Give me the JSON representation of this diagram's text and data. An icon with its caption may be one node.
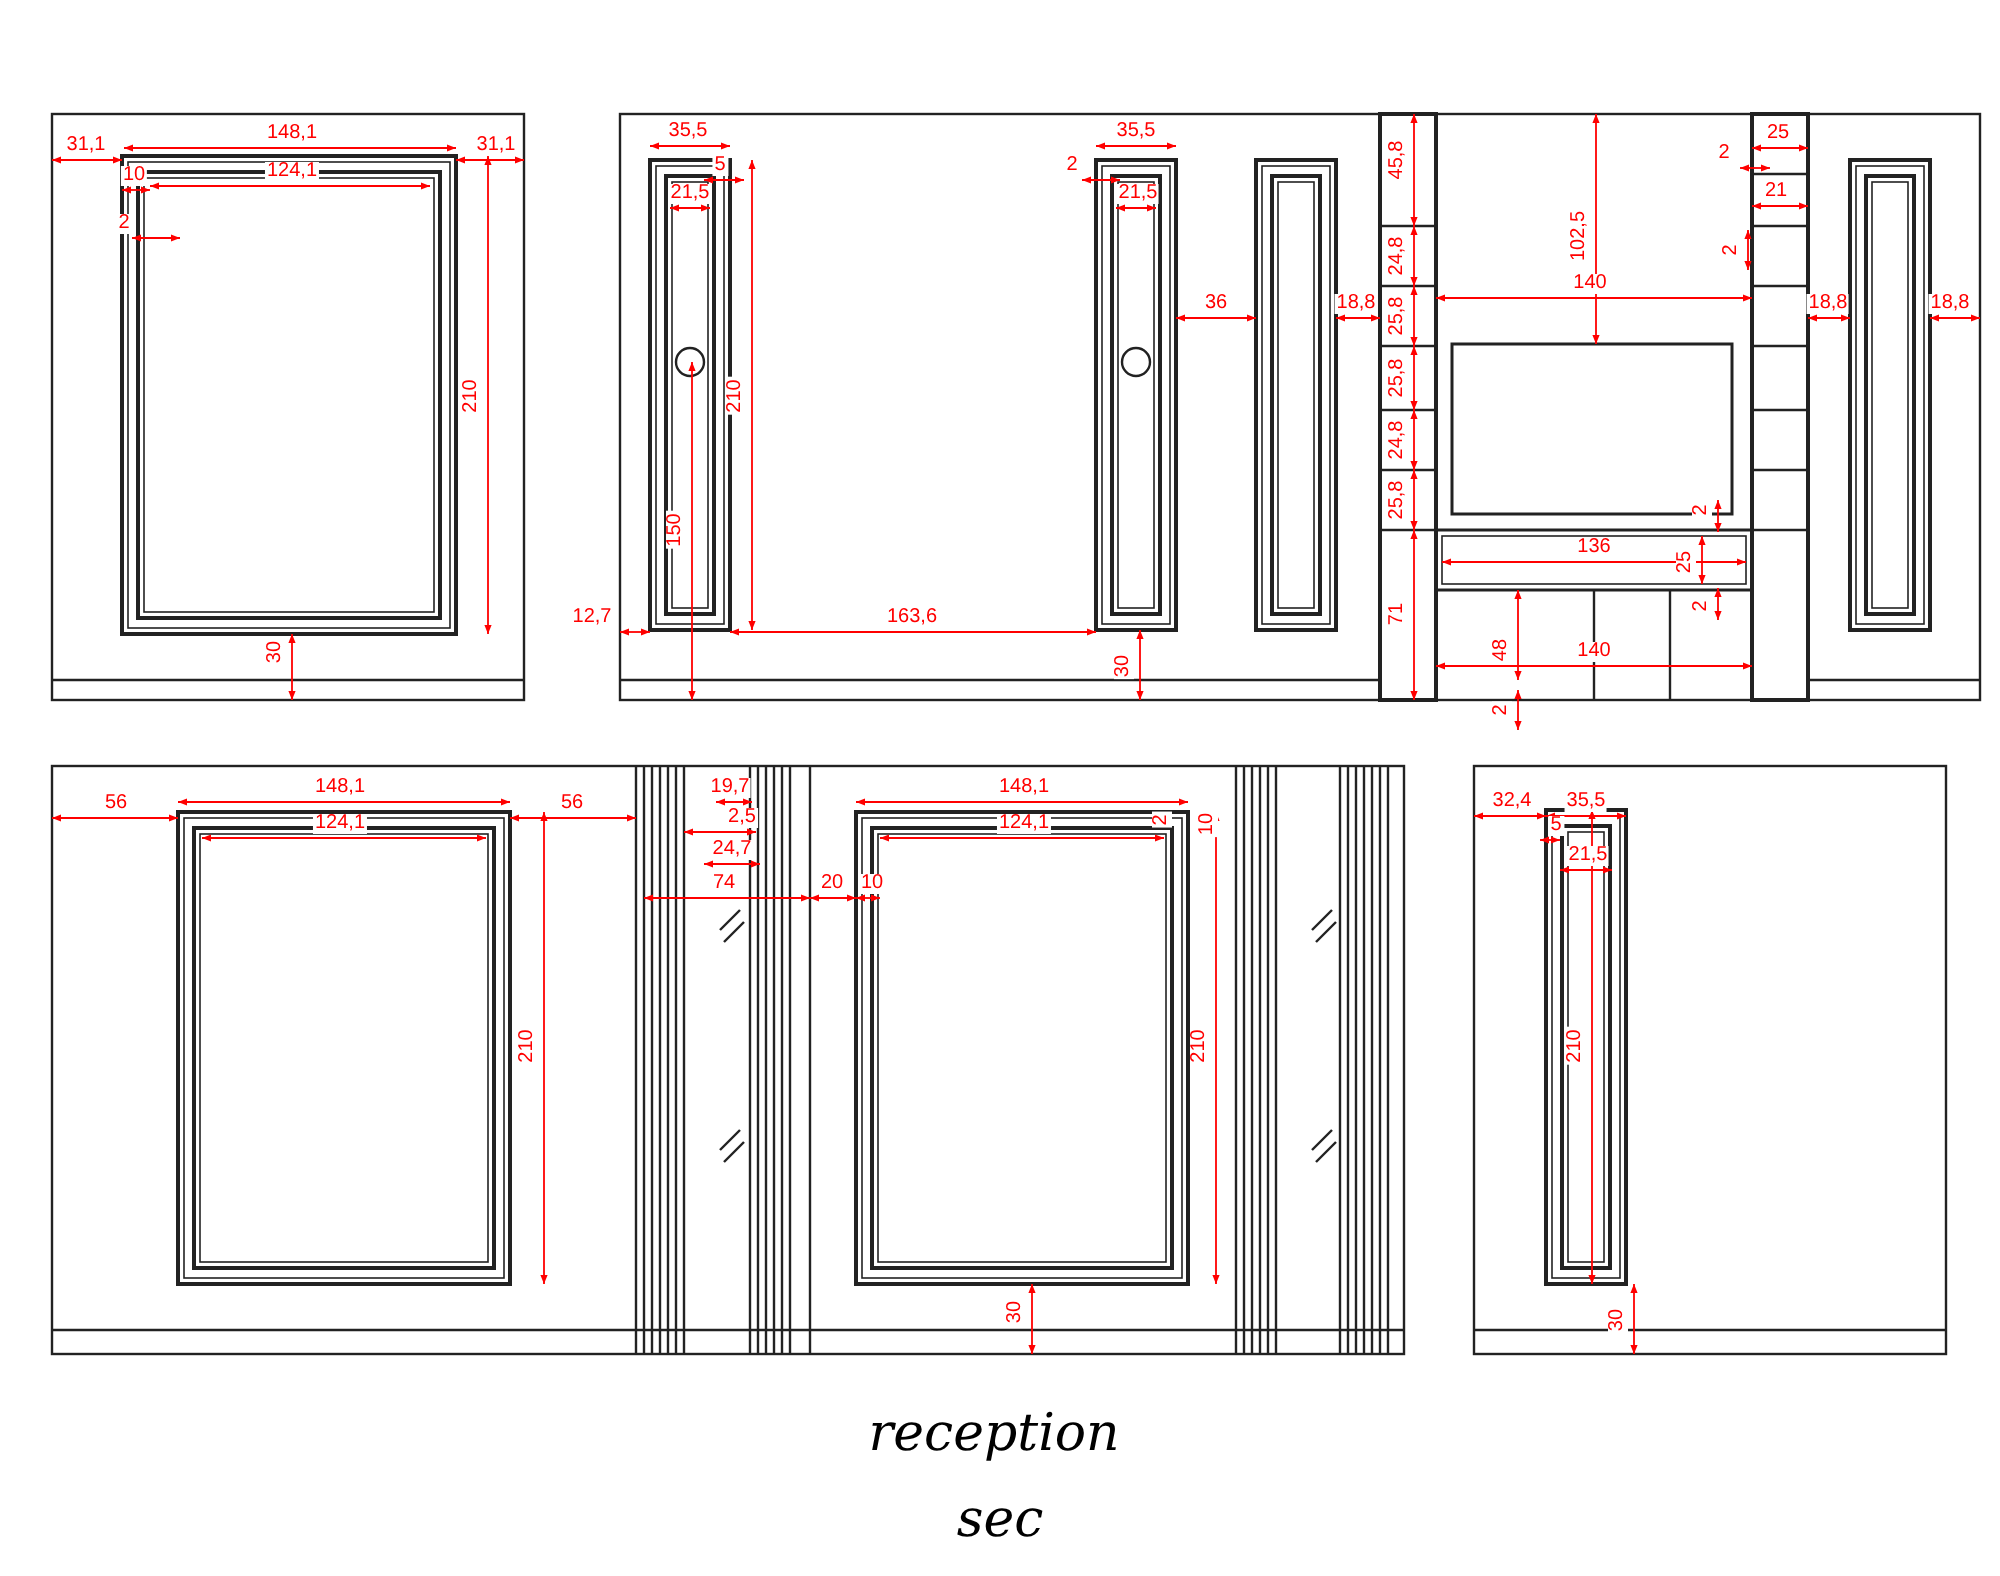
{
  "diagram": {
    "labels": [
      "148,1",
      "31,1",
      "31,1",
      "10",
      "124,1",
      "2",
      "210",
      "30",
      "35,5",
      "35,5",
      "5",
      "2",
      "21,5",
      "21,5",
      "210",
      "36",
      "18,8",
      "150",
      "12,7",
      "163,6",
      "30",
      "45,8",
      "102,5",
      "25",
      "2",
      "21",
      "2",
      "24,8",
      "140",
      "18,8",
      "18,8",
      "25,8",
      "25,8",
      "24,8",
      "25,8",
      "2",
      "136",
      "25",
      "2",
      "71",
      "48",
      "140",
      "2",
      "56",
      "148,1",
      "56",
      "124,1",
      "210",
      "19,7",
      "2,5",
      "24,7",
      "74",
      "20",
      "10",
      "148,1",
      "124,1",
      "2",
      "10",
      "210",
      "30",
      "32,4",
      "35,5",
      "5",
      "21,5",
      "210",
      "30",
      "reception",
      "sec"
    ]
  }
}
